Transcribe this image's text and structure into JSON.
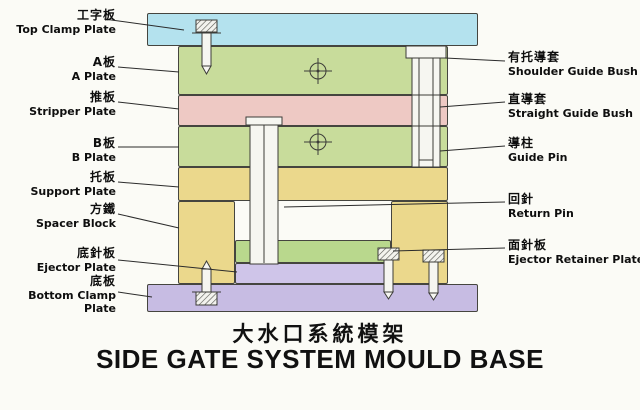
{
  "title": {
    "chinese": "大水口系統模架",
    "english": "SIDE GATE SYSTEM MOULD BASE"
  },
  "labels_left": [
    {
      "zh": "工字板",
      "en": "Top Clamp Plate"
    },
    {
      "zh": "A板",
      "en": "A Plate"
    },
    {
      "zh": "推板",
      "en": "Stripper Plate"
    },
    {
      "zh": "B板",
      "en": "B Plate"
    },
    {
      "zh": "托板",
      "en": "Support Plate"
    },
    {
      "zh": "方鐵",
      "en": "Spacer Block"
    },
    {
      "zh": "底針板",
      "en": "Ejector Plate"
    },
    {
      "zh": "底板",
      "en": "Bottom Clamp Plate"
    }
  ],
  "labels_right": [
    {
      "zh": "有托導套",
      "en": "Shoulder Guide Bush"
    },
    {
      "zh": "直導套",
      "en": "Straight Guide Bush"
    },
    {
      "zh": "導柱",
      "en": "Guide Pin"
    },
    {
      "zh": "回針",
      "en": "Return Pin"
    },
    {
      "zh": "面針板",
      "en": "Ejector Retainer Plate"
    }
  ],
  "palette": {
    "top_clamp_plate": "#b4e2ee",
    "a_plate": "#c8dc9b",
    "stripper_plate": "#eec9c4",
    "b_plate": "#c8dc9b",
    "support_plate": "#ebd88c",
    "spacer_block": "#ebd88c",
    "ejector_retainer_plate": "#b9d88d",
    "ejector_plate": "#cfc5e9",
    "bottom_clamp_plate": "#c7bce3",
    "outline": "#3c3c38",
    "background": "#fbfbf6"
  }
}
